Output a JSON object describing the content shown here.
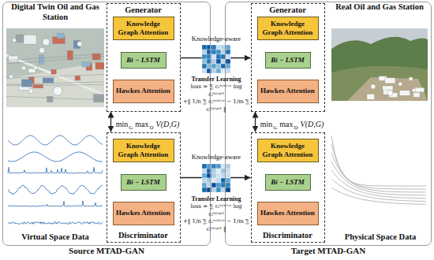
{
  "diagram": {
    "nodes": [
      {
        "text": [
          "Source MTAD-GAN"
        ]
      },
      {
        "text": [
          "Generator"
        ],
        "in": 0
      },
      {
        "text": [
          "Knowledge Graph Attention"
        ],
        "in": 1
      },
      {
        "text": [
          "Bi − LSTM"
        ],
        "in": 1
      },
      {
        "text": [
          "Hawkes Attention"
        ],
        "in": 1
      },
      {
        "text": [
          "Discriminator"
        ],
        "in": 0
      },
      {
        "text": [
          "Knowledge Graph Attention"
        ],
        "in": 5
      },
      {
        "text": [
          "Bi − LSTM"
        ],
        "in": 5
      },
      {
        "text": [
          "Hawkes Attention"
        ],
        "in": 5
      },
      {
        "text": [
          "Target MTAD-GAN"
        ]
      },
      {
        "text": [
          "Generator"
        ],
        "in": 9
      },
      {
        "text": [
          "Knowledge Graph Attention"
        ],
        "in": 10
      },
      {
        "text": [
          "Bi − LSTM"
        ],
        "in": 10
      },
      {
        "text": [
          "Hawkes Attention"
        ],
        "in": 10
      },
      {
        "text": [
          "Discriminator"
        ],
        "in": 9
      },
      {
        "text": [
          "Knowledge Graph Attention"
        ],
        "in": 14
      },
      {
        "text": [
          "Bi − LSTM"
        ],
        "in": 14
      },
      {
        "text": [
          "Hawkes Attention"
        ],
        "in": 14
      }
    ],
    "edges": [
      {
        "from": 1,
        "to": 5,
        "arrow": "both"
      },
      {
        "from": 1,
        "to": 10,
        "arrow": "to"
      },
      {
        "from": 5,
        "to": 14,
        "arrow": "to"
      },
      {
        "from": 10,
        "to": 14,
        "arrow": "both"
      }
    ],
    "labels": [
      "Digital Twin Oil and Gas Station",
      "Virtual Space Data",
      "Real Oil and Gas Station",
      "Physical Space Data",
      "Knowledge-aware",
      "Transfer Learning",
      "loss = ∑ cᵢˢᵒᵘʳᶜᵉ log cᵢᵗᵃʳᵍᵉᵗ",
      "+‖ 1/n ∑ cᵢˢᵒᵘʳᶜᵉ − 1/m ∑ cᵢᵗᵃʳᵍᵉᵗ ‖",
      "Knowledge-aware",
      "Transfer Learning",
      "loss = ∑ cᵢˢᵒᵘʳᶜᵉ log cᵢᵗᵃʳᵍᵉᵗ",
      "+‖ 1/n ∑ cᵢˢᵒᵘʳᶜᵉ − 1/m ∑ cᵢᵗᵃʳᵍᵉᵗ ‖",
      "min",
      "G",
      "max",
      "D",
      "V(D,G)",
      "min",
      "G",
      "max",
      "D",
      "V(D,G)"
    ]
  }
}
